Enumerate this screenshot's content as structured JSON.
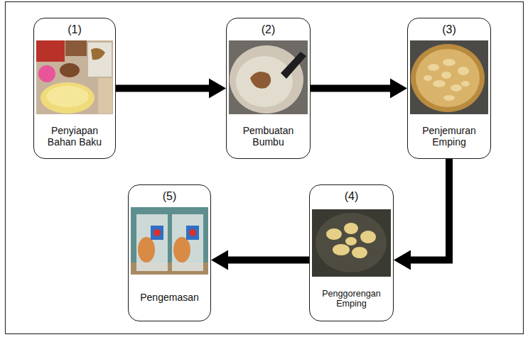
{
  "diagram": {
    "nodes": [
      {
        "text": [
          "(1)",
          "Penyiapan Bahan Baku"
        ]
      },
      {
        "text": [
          "(2)",
          "Pembuatan Bumbu"
        ]
      },
      {
        "text": [
          "(3)",
          "Penjemuran Emping"
        ]
      },
      {
        "text": [
          "(4)",
          "Penggorengan Emping"
        ]
      },
      {
        "text": [
          "(5)",
          "Pengemasan"
        ]
      }
    ],
    "edges": [
      {
        "from": 0,
        "to": 1,
        "arrow": "to"
      },
      {
        "from": 1,
        "to": 2,
        "arrow": "to"
      },
      {
        "from": 2,
        "to": 3,
        "arrow": "to"
      },
      {
        "from": 3,
        "to": 4,
        "arrow": "to"
      }
    ]
  }
}
